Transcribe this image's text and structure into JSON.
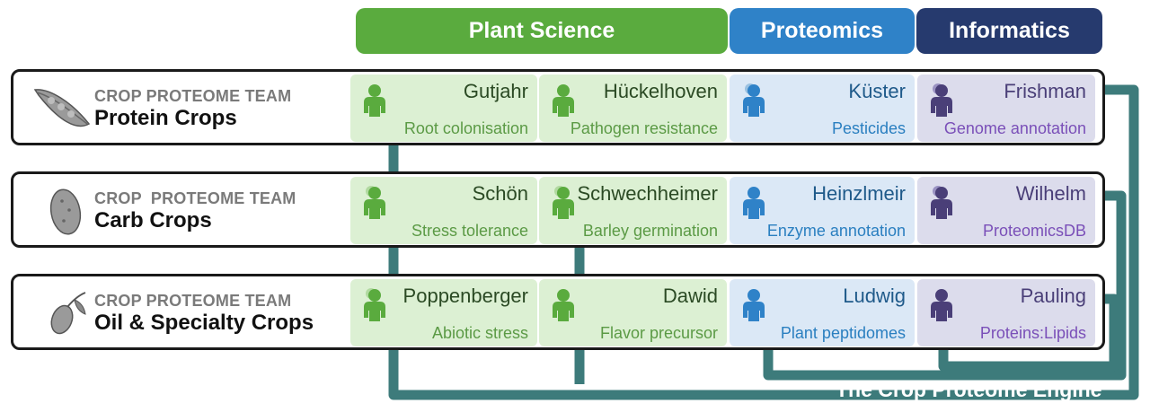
{
  "headers": {
    "plant_science": "Plant Science",
    "proteomics": "Proteomics",
    "informatics": "Informatics"
  },
  "colors": {
    "plant_science": "#5aab3e",
    "proteomics": "#2f82c8",
    "informatics": "#263a6e",
    "connector": "#3d7b7b"
  },
  "rows": [
    {
      "subtitle": "CROP PROTEOME TEAM",
      "name": "Protein Crops",
      "icon": "pea-pod-icon",
      "members": [
        {
          "name": "Gutjahr",
          "topic": "Root colonisation"
        },
        {
          "name": "Hückelhoven",
          "topic": "Pathogen resistance"
        },
        {
          "name": "Küster",
          "topic": "Pesticides"
        },
        {
          "name": "Frishman",
          "topic": "Genome annotation"
        }
      ]
    },
    {
      "subtitle": "CROP  PROTEOME TEAM",
      "name": "Carb Crops",
      "icon": "potato-icon",
      "members": [
        {
          "name": "Schön",
          "topic": "Stress tolerance"
        },
        {
          "name": "Schwechheimer",
          "topic": "Barley germination"
        },
        {
          "name": "Heinzlmeir",
          "topic": "Enzyme annotation"
        },
        {
          "name": "Wilhelm",
          "topic": "ProteomicsDB"
        }
      ]
    },
    {
      "subtitle": "CROP PROTEOME TEAM",
      "name": "Oil & Specialty Crops",
      "icon": "olive-icon",
      "members": [
        {
          "name": "Poppenberger",
          "topic": "Abiotic stress"
        },
        {
          "name": "Dawid",
          "topic": "Flavor precursor"
        },
        {
          "name": "Ludwig",
          "topic": "Plant peptidomes"
        },
        {
          "name": "Pauling",
          "topic": "Proteins:Lipids"
        }
      ]
    }
  ],
  "engine_label": "The Crop Proteome Engine"
}
